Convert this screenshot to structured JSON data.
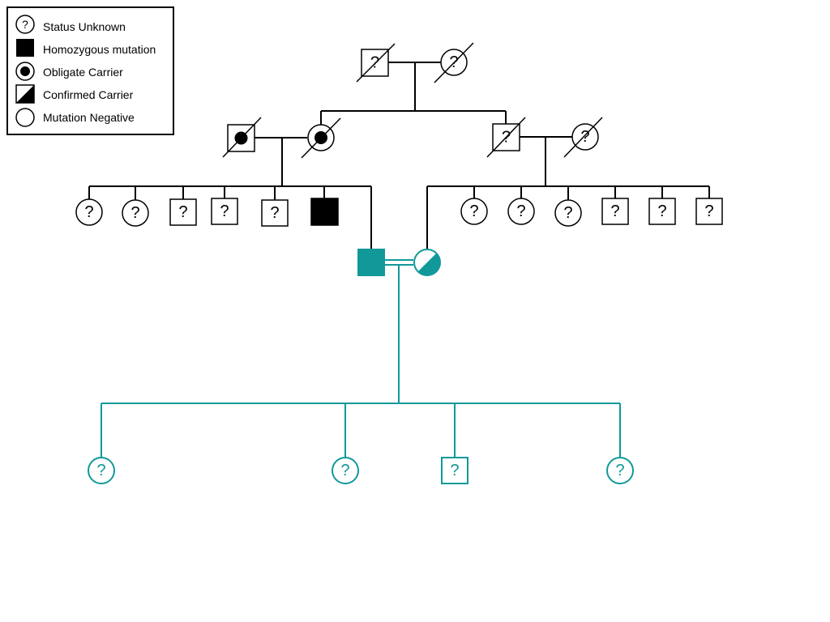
{
  "colors": {
    "ink": "#000000",
    "highlight": "#11999a",
    "background": "#ffffff"
  },
  "legend": {
    "items": [
      {
        "symbol": "status-unknown",
        "label": "Status Unknown"
      },
      {
        "symbol": "homozygous-mutation",
        "label": "Homozygous mutation"
      },
      {
        "symbol": "obligate-carrier",
        "label": "Obligate Carrier"
      },
      {
        "symbol": "confirmed-carrier",
        "label": "Confirmed Carrier"
      },
      {
        "symbol": "mutation-negative",
        "label": "Mutation Negative"
      }
    ]
  },
  "glyphs": {
    "unknown": "?"
  },
  "pedigree": {
    "generation_1": [
      {
        "sex": "male",
        "status": "unknown",
        "deceased": true
      },
      {
        "sex": "female",
        "status": "unknown",
        "deceased": true
      }
    ],
    "generation_2": [
      {
        "sex": "male",
        "status": "obligate-carrier",
        "deceased": true
      },
      {
        "sex": "female",
        "status": "obligate-carrier",
        "deceased": true
      },
      {
        "sex": "male",
        "status": "unknown",
        "deceased": true
      },
      {
        "sex": "female",
        "status": "unknown",
        "deceased": true
      }
    ],
    "generation_3_left": [
      {
        "sex": "female",
        "status": "unknown"
      },
      {
        "sex": "female",
        "status": "unknown"
      },
      {
        "sex": "male",
        "status": "unknown"
      },
      {
        "sex": "male",
        "status": "unknown"
      },
      {
        "sex": "male",
        "status": "unknown"
      },
      {
        "sex": "male",
        "status": "homozygous-mutation"
      },
      {
        "sex": "male",
        "status": "homozygous-mutation",
        "highlighted": true
      }
    ],
    "generation_3_right": [
      {
        "sex": "female",
        "status": "confirmed-carrier",
        "highlighted": true
      },
      {
        "sex": "female",
        "status": "unknown"
      },
      {
        "sex": "female",
        "status": "unknown"
      },
      {
        "sex": "female",
        "status": "unknown"
      },
      {
        "sex": "male",
        "status": "unknown"
      },
      {
        "sex": "male",
        "status": "unknown"
      },
      {
        "sex": "male",
        "status": "unknown"
      }
    ],
    "consanguineous_couple": true,
    "generation_4": [
      {
        "sex": "female",
        "status": "unknown",
        "highlighted": true
      },
      {
        "sex": "female",
        "status": "unknown",
        "highlighted": true
      },
      {
        "sex": "male",
        "status": "unknown",
        "highlighted": true
      },
      {
        "sex": "female",
        "status": "unknown",
        "highlighted": true
      }
    ]
  }
}
